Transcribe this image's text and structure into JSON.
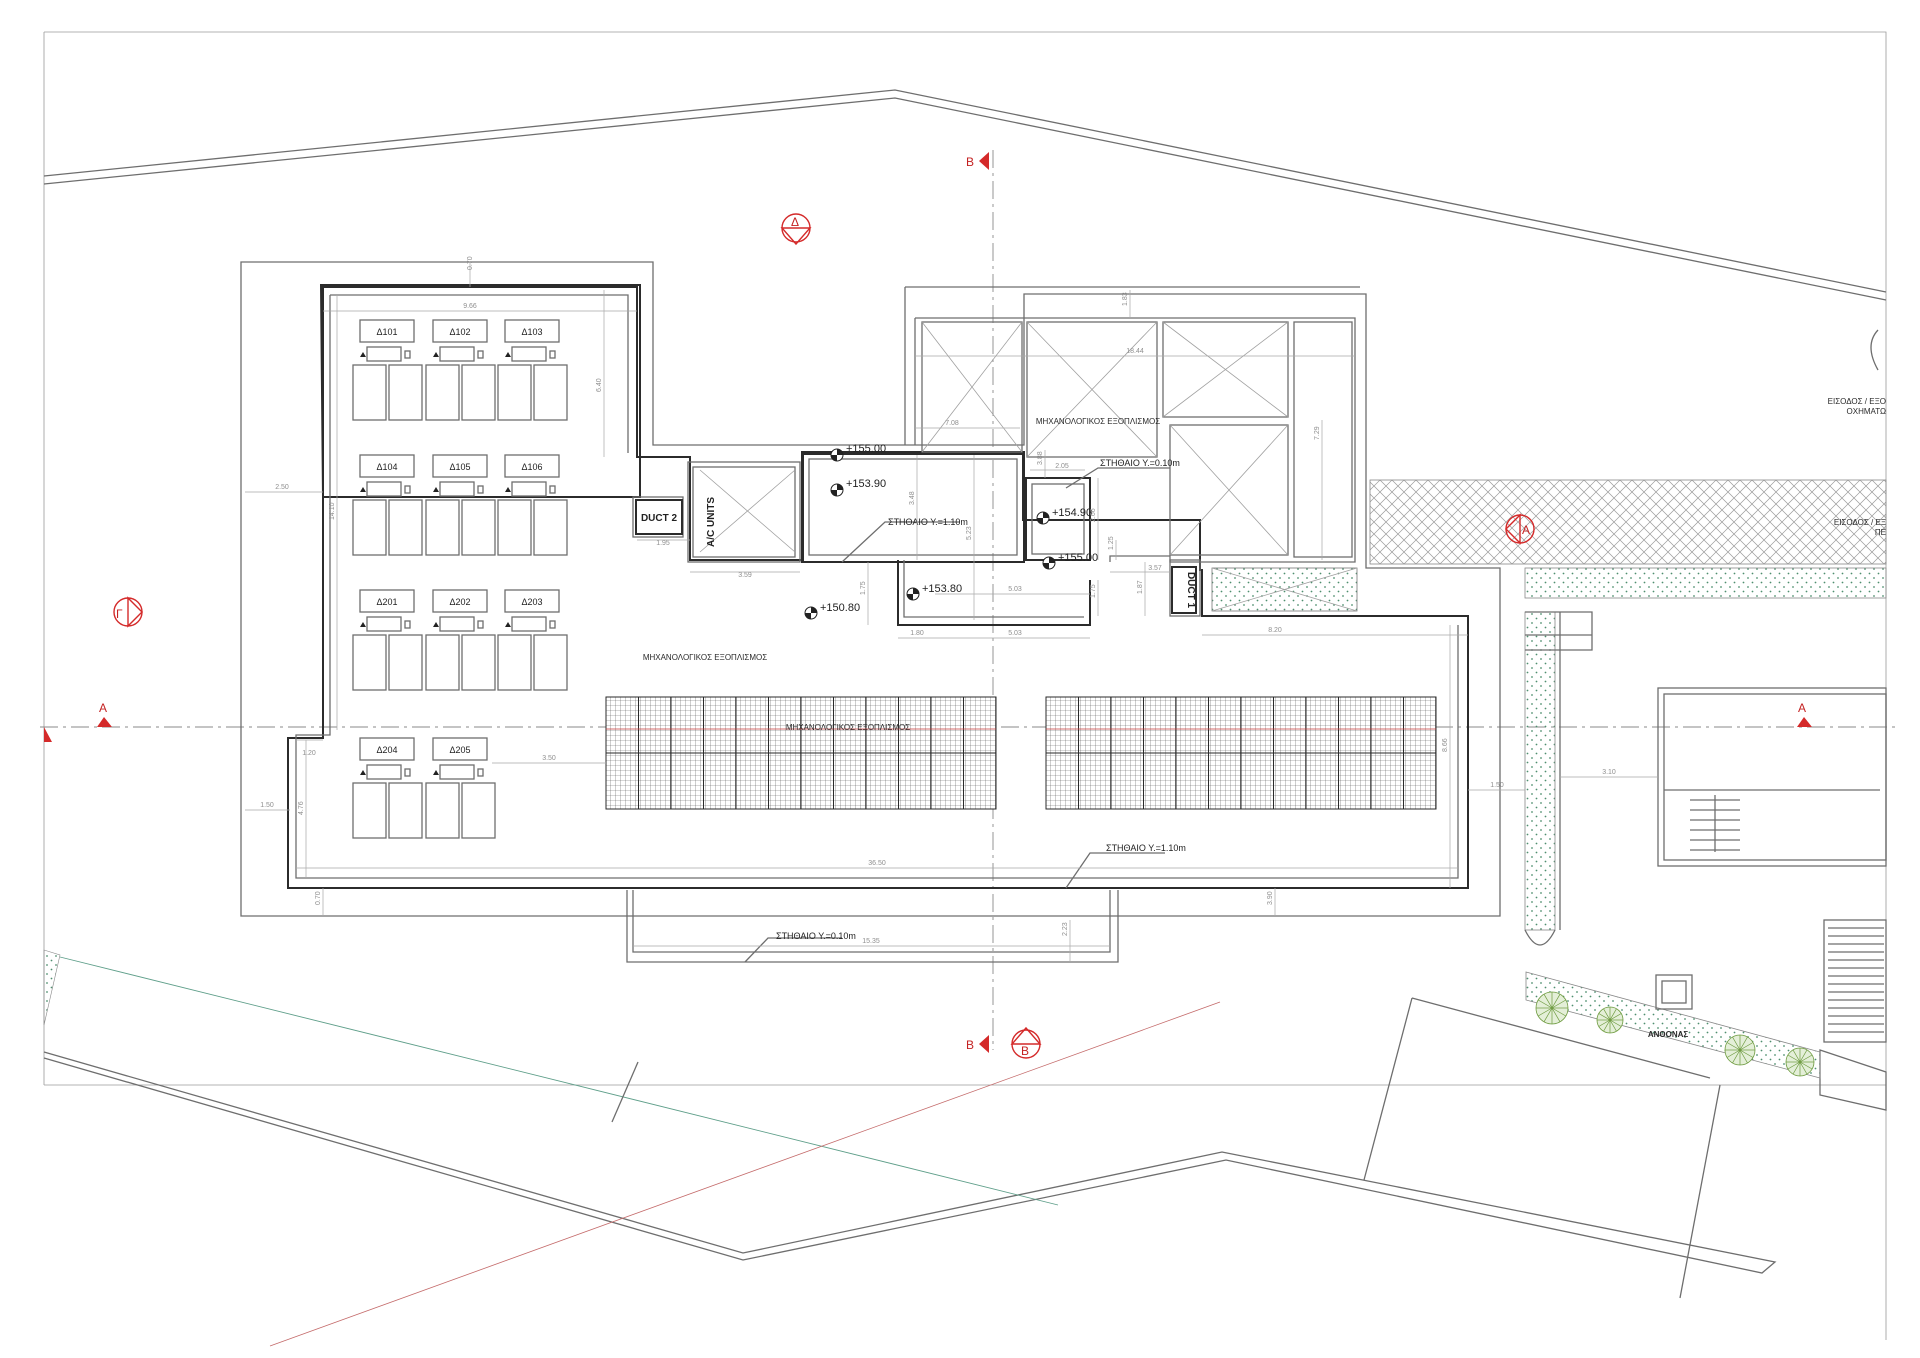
{
  "units": [
    {
      "label": "Δ101"
    },
    {
      "label": "Δ102"
    },
    {
      "label": "Δ103"
    },
    {
      "label": "Δ104"
    },
    {
      "label": "Δ105"
    },
    {
      "label": "Δ106"
    },
    {
      "label": "Δ201"
    },
    {
      "label": "Δ202"
    },
    {
      "label": "Δ203"
    },
    {
      "label": "Δ204"
    },
    {
      "label": "Δ205"
    }
  ],
  "equipment": {
    "duct_2": "DUCT 2",
    "duct_1": "DUCT 1",
    "ac_units": "A/C UNITS",
    "mech_label": "ΜΗΧΑΝΟΛΟΓΙΚΟΣ ΕΞΟΠΛΙΣΜΟΣ"
  },
  "elevations": {
    "e155_a": "+155.00",
    "e153_90": "+153.90",
    "e154_90": "+154.90",
    "e155_b": "+155.00",
    "e153_80": "+153.80",
    "e150_80": "+150.80"
  },
  "parapet_notes": {
    "n1": "ΣΤΗΘΑΙΟ Υ.=1.10m",
    "n2": "ΣΤΗΘΑΙΟ Υ.=0.10m",
    "n3": "ΣΤΗΘΑΙΟ Υ.=1.10m",
    "n4": "ΣΤΗΘΑΙΟ Υ.=0.10m"
  },
  "section_markers": {
    "a": "Α",
    "b": "Β",
    "g": "Γ",
    "d": "Δ"
  },
  "site_labels": {
    "garden": "ΑΝΘΟΝΑΣ",
    "entrance_1": "ΕΙΣΟΔΟΣ / ΕΞΟ",
    "entrance_1b": "ΟΧΗΜΑΤΩ",
    "entrance_2": "ΕΙΣΟΔΟΣ / ΕΞ",
    "entrance_2b": "ΠΕ"
  },
  "dimensions": {
    "d_0_70_top": "0.70",
    "d_9_66": "9.66",
    "d_6_40": "6.40",
    "d_2_50": "2.50",
    "d_14_10": "14.10",
    "d_1_95": "1.95",
    "d_3_59": "3.59",
    "d_1_83": "1.83",
    "d_18_44": "18.44",
    "d_7_08": "7.08",
    "d_7_29": "7.29",
    "d_3_48": "3.48",
    "d_5_23": "5.23",
    "d_1_75": "1.75",
    "d_2_05": "2.05",
    "d_3_88": "3.88",
    "d_2_66": "2.66",
    "d_1_25": "1.25",
    "d_5_03a": "5.03",
    "d_1_80": "1.80",
    "d_5_03b": "5.03",
    "d_3_57": "3.57",
    "d_1_87": "1.87",
    "d_8_20": "8.20",
    "d_1_75b": "1.75",
    "d_1_20": "1.20",
    "d_3_50": "3.50",
    "d_8_66": "8.66",
    "d_1_50a": "1.50",
    "d_1_50b": "1.50",
    "d_4_76": "4.76",
    "d_36_50": "36.50",
    "d_3_10": "3.10",
    "d_0_70_bot": "0.70",
    "d_2_23": "2.23",
    "d_15_35": "15.35",
    "d_3_90": "3.90"
  },
  "colors": {
    "marker_red": "#d42a2a",
    "tree_green": "#6c9a3d",
    "line_grey": "#6e6e6e"
  }
}
